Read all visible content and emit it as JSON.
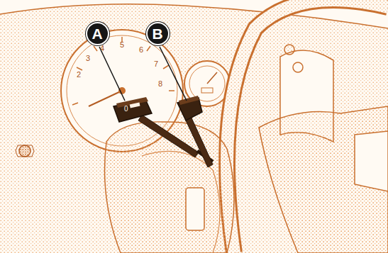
{
  "diagram": {
    "nodes": [
      {
        "text": [
          "A"
        ]
      },
      {
        "text": [
          "B"
        ]
      }
    ],
    "labels": [
      "2",
      "3",
      "4",
      "5",
      "6",
      "7",
      "8",
      "0"
    ]
  }
}
